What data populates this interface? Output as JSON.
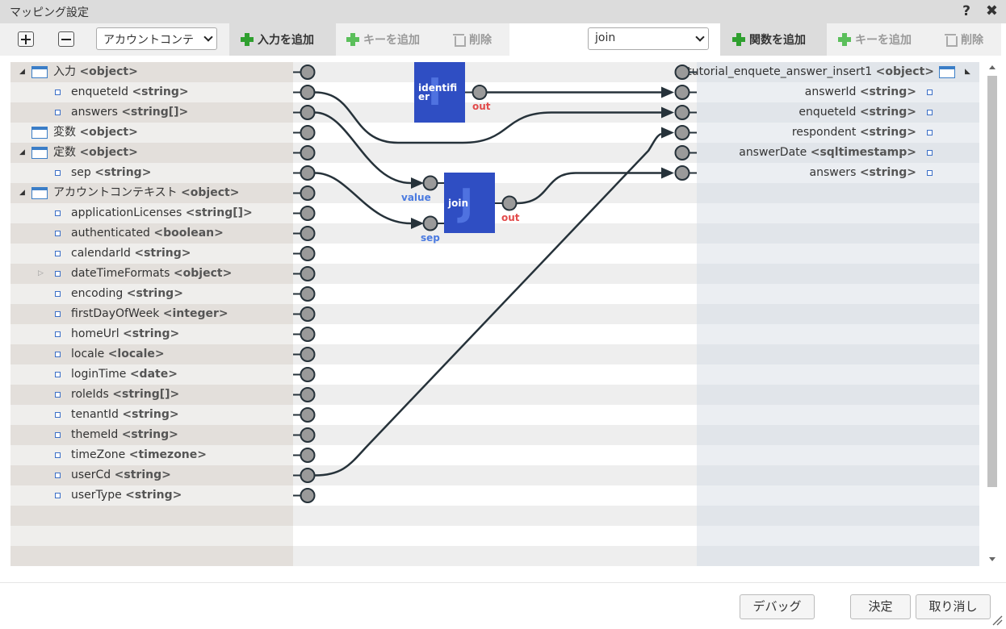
{
  "window": {
    "title": "マッピング設定",
    "help": "?",
    "close": "✖"
  },
  "toolbar": {
    "input_context_select": "アカウントコンテ",
    "add_input": "入力を追加",
    "add_key_left": "キーを追加",
    "delete_left": "削除",
    "function_select": "join",
    "add_function": "関数を追加",
    "add_key_right": "キーを追加",
    "delete_right": "削除"
  },
  "left_tree": [
    {
      "label": "入力",
      "type": "<object>",
      "kind": "object",
      "level": 0,
      "expander": "open"
    },
    {
      "label": "enqueteId",
      "type": "<string>",
      "kind": "leaf",
      "level": 1
    },
    {
      "label": "answers",
      "type": "<string[]>",
      "kind": "leaf",
      "level": 1
    },
    {
      "label": "変数",
      "type": "<object>",
      "kind": "object",
      "level": 0,
      "expander": "none"
    },
    {
      "label": "定数",
      "type": "<object>",
      "kind": "object",
      "level": 0,
      "expander": "open"
    },
    {
      "label": "sep",
      "type": "<string>",
      "kind": "leaf",
      "level": 1
    },
    {
      "label": "アカウントコンテキスト",
      "type": "<object>",
      "kind": "object",
      "level": 0,
      "expander": "open"
    },
    {
      "label": "applicationLicenses",
      "type": "<string[]>",
      "kind": "leaf",
      "level": 1
    },
    {
      "label": "authenticated",
      "type": "<boolean>",
      "kind": "leaf",
      "level": 1
    },
    {
      "label": "calendarId",
      "type": "<string>",
      "kind": "leaf",
      "level": 1
    },
    {
      "label": "dateTimeFormats",
      "type": "<object>",
      "kind": "leaf",
      "level": 1,
      "expander": "closed"
    },
    {
      "label": "encoding",
      "type": "<string>",
      "kind": "leaf",
      "level": 1
    },
    {
      "label": "firstDayOfWeek",
      "type": "<integer>",
      "kind": "leaf",
      "level": 1
    },
    {
      "label": "homeUrl",
      "type": "<string>",
      "kind": "leaf",
      "level": 1
    },
    {
      "label": "locale",
      "type": "<locale>",
      "kind": "leaf",
      "level": 1
    },
    {
      "label": "loginTime",
      "type": "<date>",
      "kind": "leaf",
      "level": 1
    },
    {
      "label": "roleIds",
      "type": "<string[]>",
      "kind": "leaf",
      "level": 1
    },
    {
      "label": "tenantId",
      "type": "<string>",
      "kind": "leaf",
      "level": 1
    },
    {
      "label": "themeId",
      "type": "<string>",
      "kind": "leaf",
      "level": 1
    },
    {
      "label": "timeZone",
      "type": "<timezone>",
      "kind": "leaf",
      "level": 1
    },
    {
      "label": "userCd",
      "type": "<string>",
      "kind": "leaf",
      "level": 1
    },
    {
      "label": "userType",
      "type": "<string>",
      "kind": "leaf",
      "level": 1
    }
  ],
  "right_tree": [
    {
      "label": "tutorial_enquete_answer_insert1",
      "type": "<object>",
      "kind": "object"
    },
    {
      "label": "answerId",
      "type": "<string>",
      "kind": "leaf"
    },
    {
      "label": "enqueteId",
      "type": "<string>",
      "kind": "leaf"
    },
    {
      "label": "respondent",
      "type": "<string>",
      "kind": "leaf"
    },
    {
      "label": "answerDate",
      "type": "<sqltimestamp>",
      "kind": "leaf"
    },
    {
      "label": "answers",
      "type": "<string>",
      "kind": "leaf"
    }
  ],
  "functions": [
    {
      "id": "identifier",
      "label": "identifier",
      "letter": "I",
      "inputs": [],
      "output": "out"
    },
    {
      "id": "join",
      "label": "join",
      "letter": "J",
      "inputs": [
        "value",
        "sep"
      ],
      "output": "out"
    }
  ],
  "footer": {
    "debug": "デバッグ",
    "ok": "決定",
    "cancel": "取り消し"
  },
  "colors": {
    "left_panel_dark": "#e3dfdb",
    "left_panel_light": "#efeeec",
    "right_panel_dark": "#e1e5ea",
    "right_panel_light": "#ebeef2",
    "function_block": "#2f4ec3",
    "output_label": "#e24b4b",
    "input_label": "#4a7ae0",
    "add_icon": "#2fa02f"
  }
}
